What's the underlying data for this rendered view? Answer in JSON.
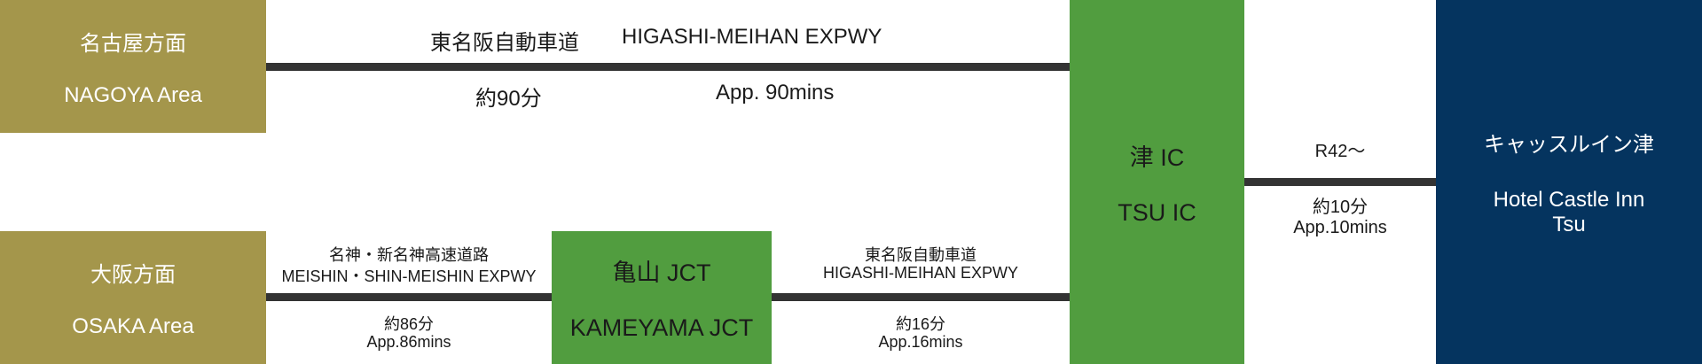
{
  "nagoya": {
    "ja": "名古屋方面",
    "en": "NAGOYA Area"
  },
  "osaka": {
    "ja": "大阪方面",
    "en": "OSAKA Area"
  },
  "kameyama": {
    "ja": "亀山 JCT",
    "en": "KAMEYAMA JCT"
  },
  "tsu_ic": {
    "ja": "津 IC",
    "en": "TSU IC"
  },
  "hotel": {
    "ja": "キャッスルイン津",
    "en_line1": "Hotel Castle Inn",
    "en_line2": "Tsu"
  },
  "route_nagoya": {
    "road_ja": "東名阪自動車道",
    "road_en": "HIGASHI-MEIHAN EXPWY",
    "time_ja": "約90分",
    "time_en": "App. 90mins"
  },
  "route_osaka": {
    "road_ja": "名神・新名神高速道路",
    "road_en": "MEISHIN・SHIN-MEISHIN EXPWY",
    "time_ja": "約86分",
    "time_en": "App.86mins"
  },
  "route_kameyama": {
    "road_ja": "東名阪自動車道",
    "road_en": "HIGASHI-MEIHAN EXPWY",
    "time_ja": "約16分",
    "time_en": "App.16mins"
  },
  "route_hotel": {
    "road": "R42〜",
    "time_ja": "約10分",
    "time_en": "App.10mins"
  },
  "colors": {
    "origin": "#a4964b",
    "junction": "#519d3f",
    "destination": "#05345f",
    "road": "#333333"
  }
}
